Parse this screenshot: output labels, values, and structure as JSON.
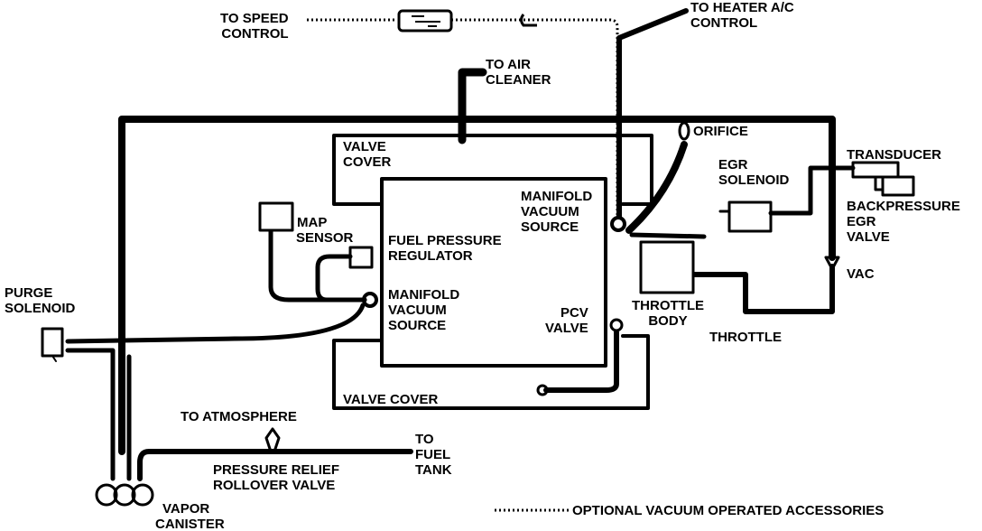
{
  "labels": {
    "to_speed_control": [
      "TO SPEED",
      "CONTROL"
    ],
    "to_heater_ac_control": [
      "TO HEATER A/C",
      "CONTROL"
    ],
    "to_air_cleaner": [
      "TO AIR",
      "CLEANER"
    ],
    "valve_cover_top": [
      "VALVE",
      "COVER"
    ],
    "orifice": "ORIFICE",
    "transducer": "TRANSDUCER",
    "egr_solenoid": [
      "EGR",
      "SOLENOID"
    ],
    "manifold_vacuum_source_right": [
      "MANIFOLD",
      "VACUUM",
      "SOURCE"
    ],
    "backpressure_egr_valve": [
      "BACKPRESSURE",
      "EGR",
      "VALVE"
    ],
    "map_sensor": [
      "MAP",
      "SENSOR"
    ],
    "fuel_pressure_regulator": [
      "FUEL PRESSURE",
      "REGULATOR"
    ],
    "vac": "VAC",
    "purge_solenoid": [
      "PURGE",
      "SOLENOID"
    ],
    "manifold_vacuum_source_left": [
      "MANIFOLD",
      "VACUUM",
      "SOURCE"
    ],
    "throttle_body": [
      "THROTTLE",
      "BODY"
    ],
    "pcv_valve": [
      "PCV",
      "VALVE"
    ],
    "throttle": "THROTTLE",
    "valve_cover_bottom": "VALVE COVER",
    "to_atmosphere": "TO ATMOSPHERE",
    "to_fuel_tank": [
      "TO",
      "FUEL",
      "TANK"
    ],
    "pressure_relief_rollover_valve": [
      "PRESSURE RELIEF",
      "ROLLOVER VALVE"
    ],
    "vapor_canister": [
      "VAPOR",
      "CANISTER"
    ]
  },
  "legend": {
    "optional_accessories": "OPTIONAL VACUUM OPERATED   ACCESSORIES"
  }
}
